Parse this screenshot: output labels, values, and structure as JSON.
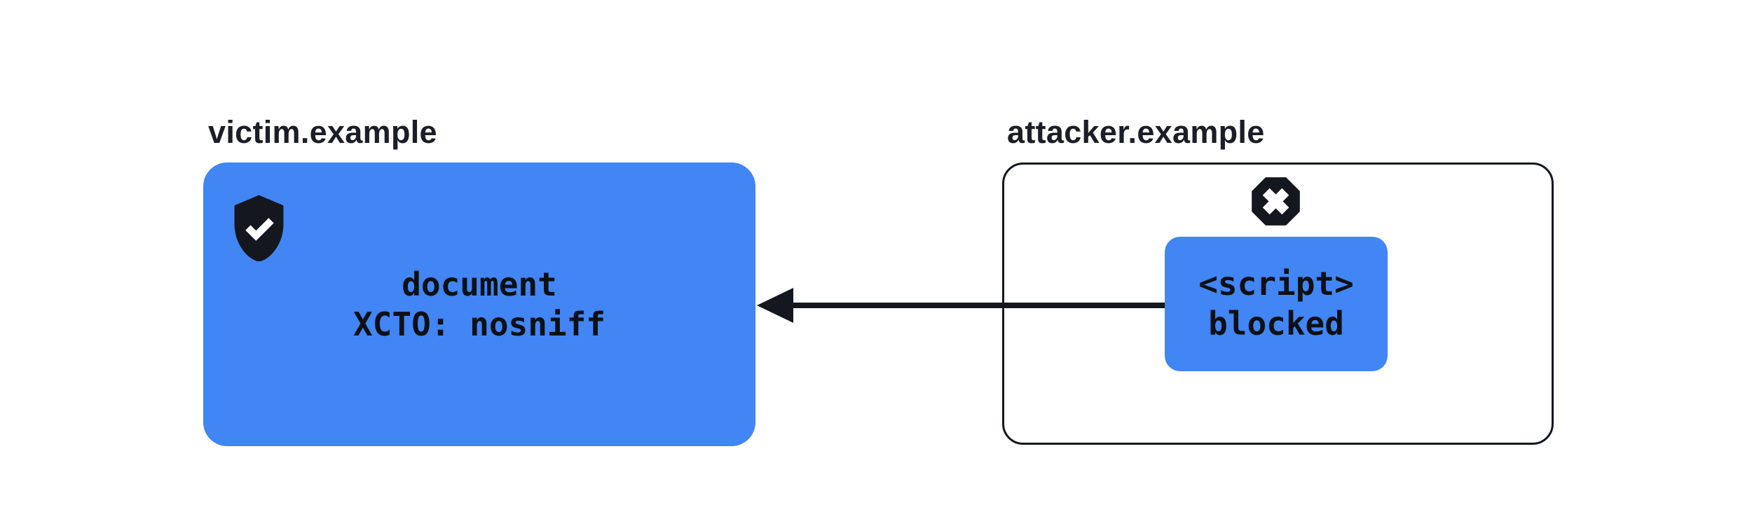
{
  "colors": {
    "accent_blue": "#4285f4",
    "ink": "#14171d",
    "background": "#ffffff",
    "icon_check_color": "#ffffff",
    "icon_cross_color": "#ffffff"
  },
  "victim": {
    "domain_label": "victim.example",
    "node_line1": "document",
    "node_line2": "XCTO: nosniff",
    "icon": "shield-check-icon"
  },
  "attacker": {
    "domain_label": "attacker.example",
    "node_line1": "<script>",
    "node_line2": "blocked",
    "icon": "blocked-x-octagon-icon"
  },
  "arrow": {
    "direction": "right-to-left",
    "from": "blocked script node",
    "to": "victim document node"
  }
}
